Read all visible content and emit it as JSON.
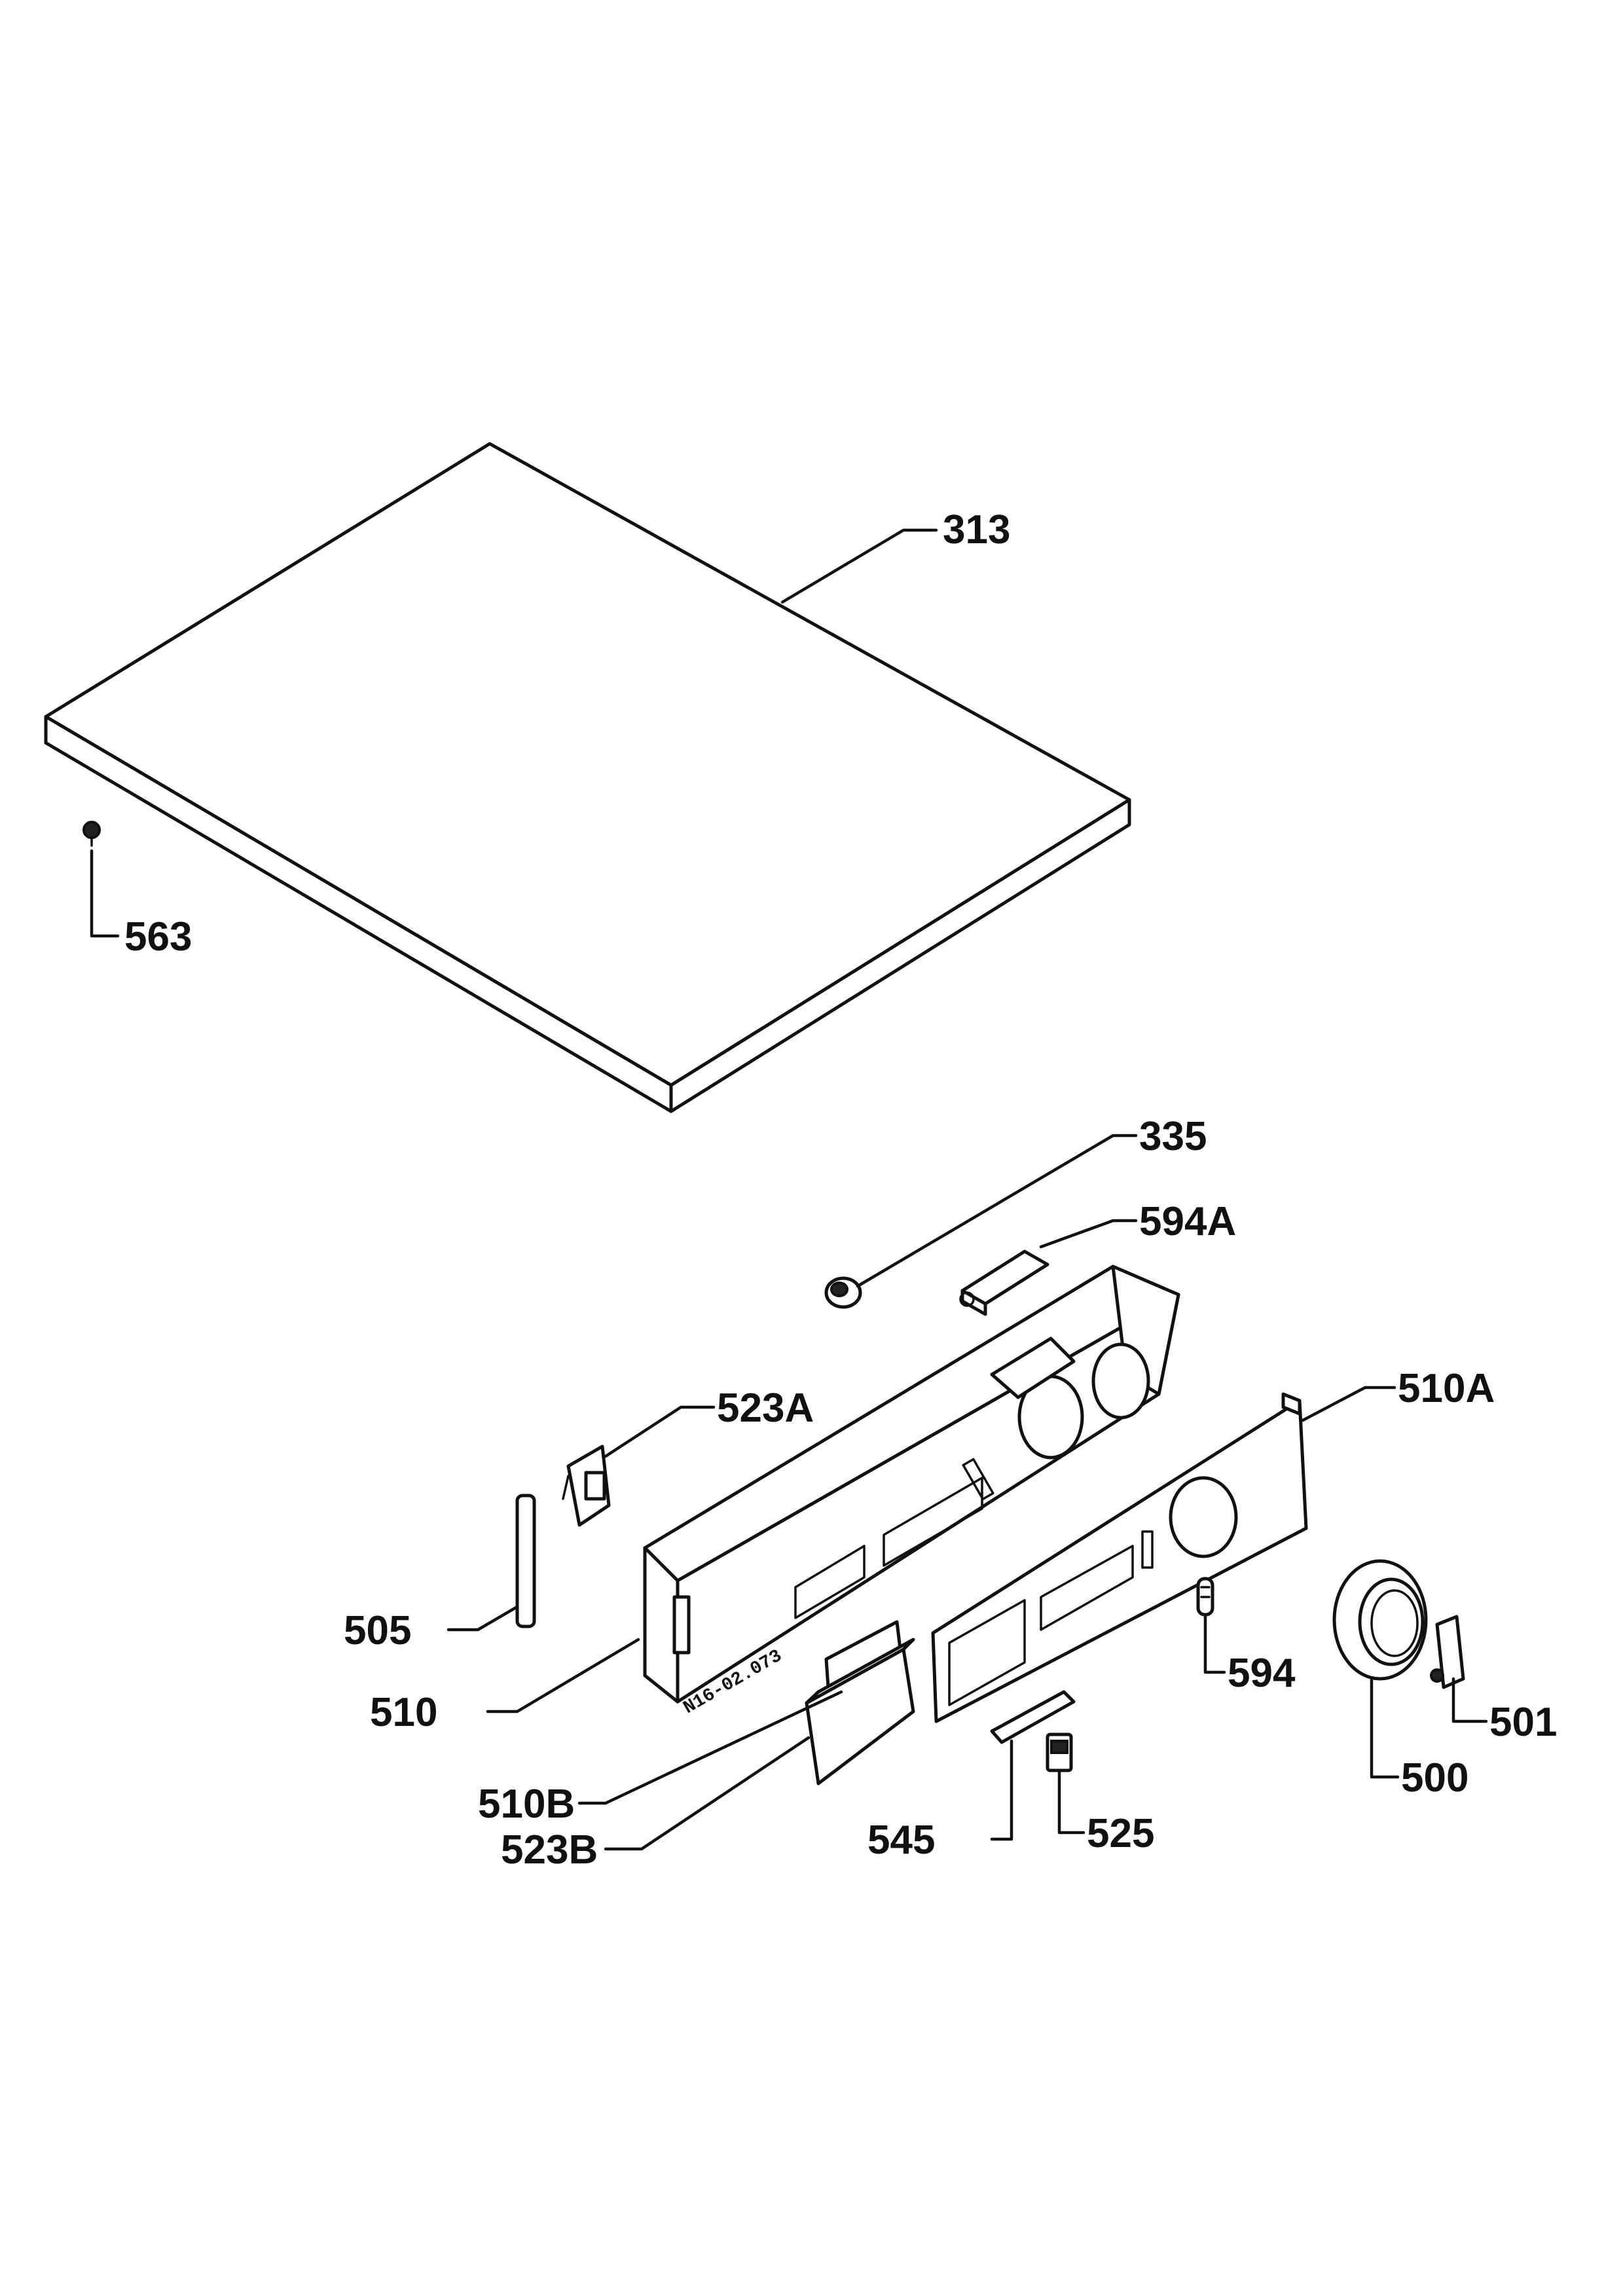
{
  "labels": {
    "p313": "313",
    "p563": "563",
    "p335": "335",
    "p594a": "594A",
    "p523a": "523A",
    "p510a": "510A",
    "p505": "505",
    "p510": "510",
    "p594": "594",
    "p501": "501",
    "p500": "500",
    "p510b": "510B",
    "p523b": "523B",
    "p545": "545",
    "p525": "525"
  },
  "panel_stamp": "N16-02.073"
}
